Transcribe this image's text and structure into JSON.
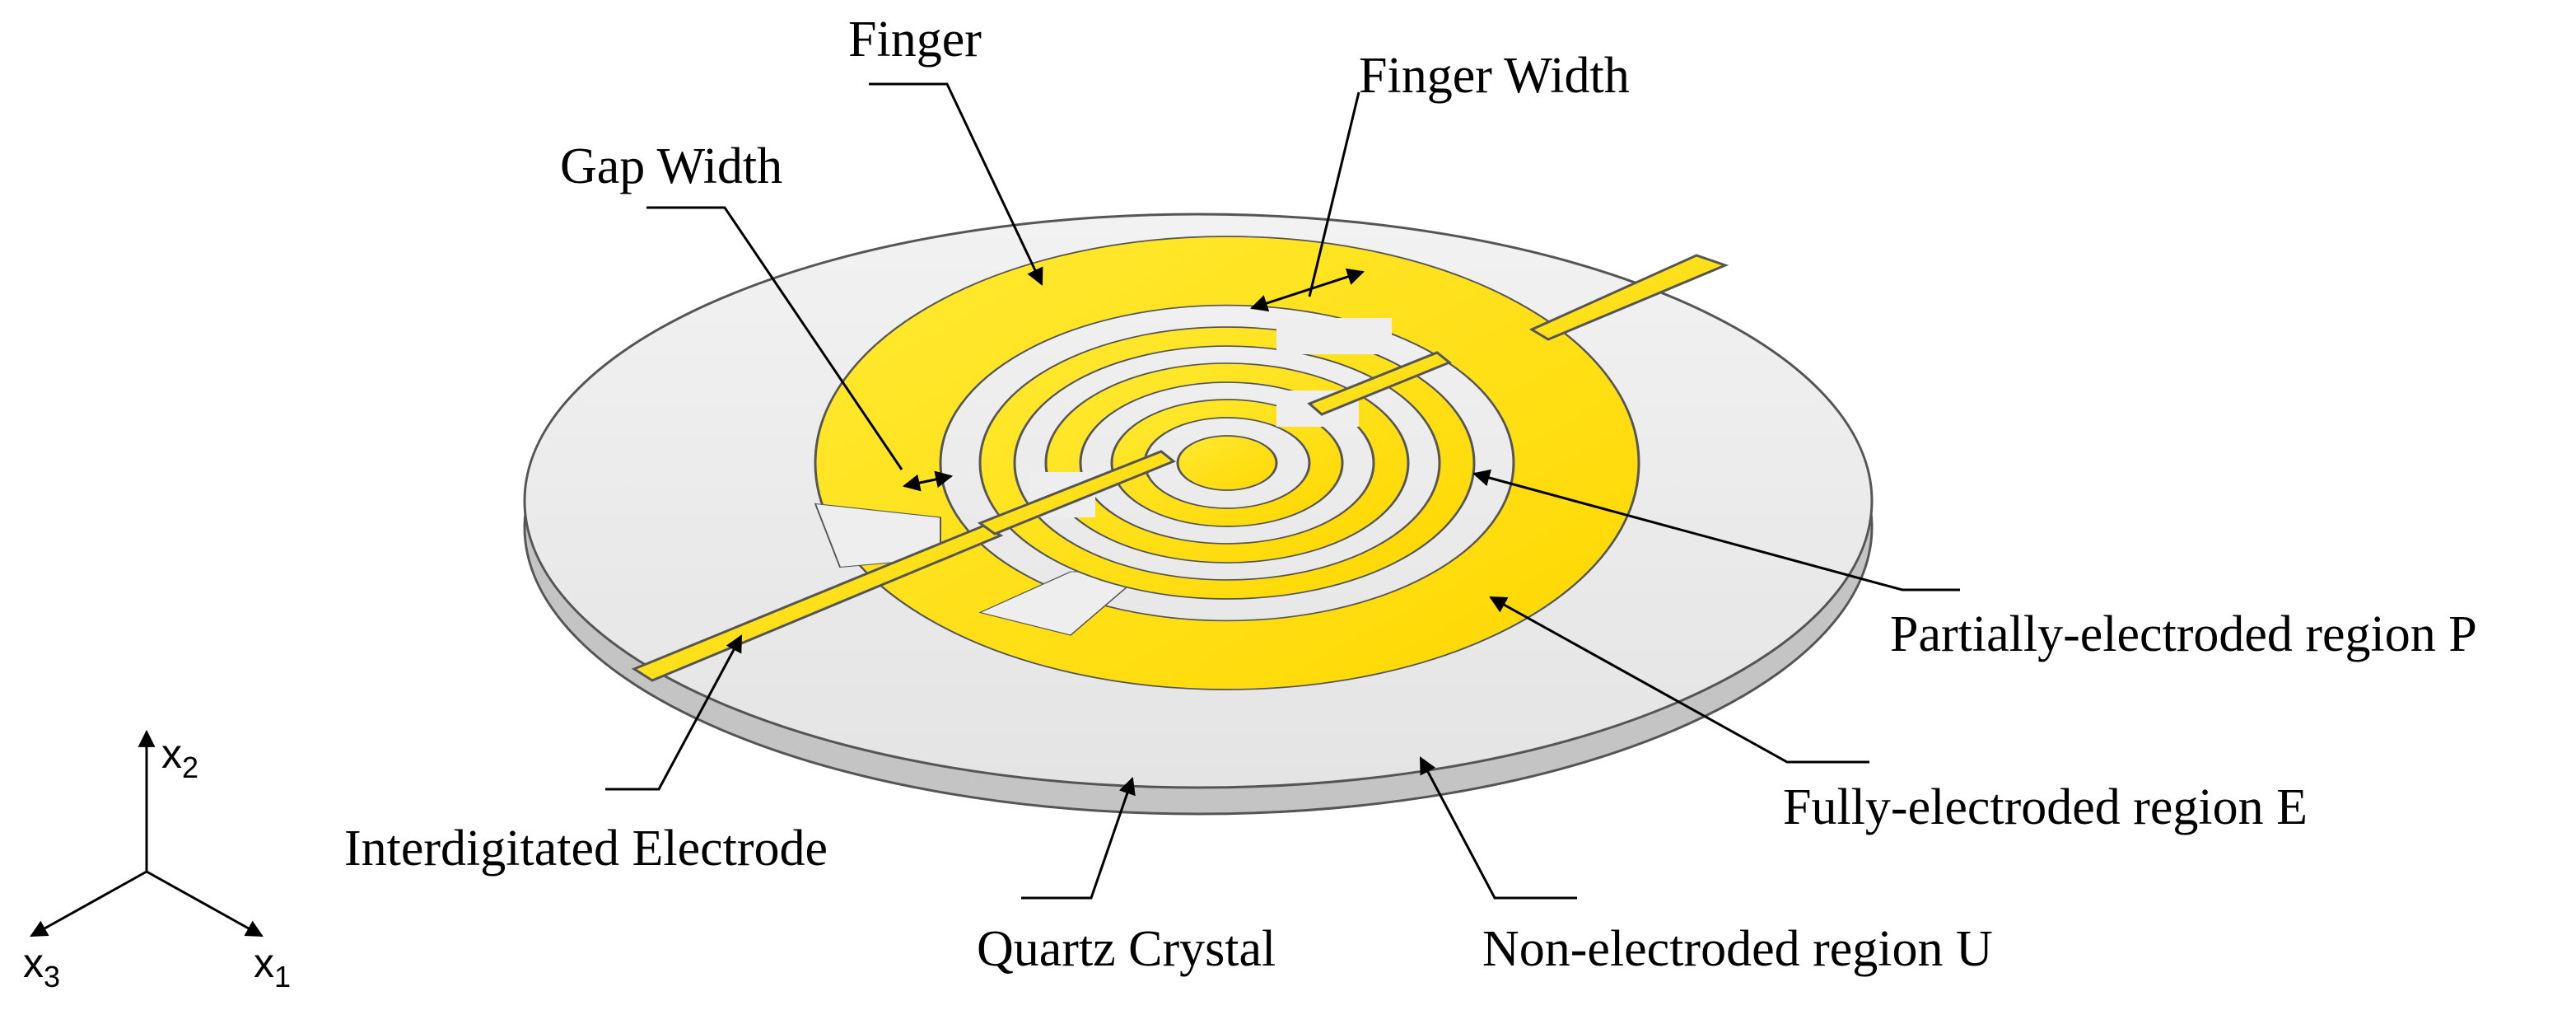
{
  "labels": {
    "finger": "Finger",
    "finger_width": "Finger Width",
    "gap_width": "Gap Width",
    "partially_electroded": "Partially-electroded region P",
    "fully_electroded": "Fully-electroded region E",
    "interdigitated_electrode": "Interdigitated Electrode",
    "quartz_crystal": "Quartz Crystal",
    "non_electroded": "Non-electroded region U"
  },
  "axes": {
    "x1_base": "x",
    "x1_sub": "1",
    "x2_base": "x",
    "x2_sub": "2",
    "x3_base": "x",
    "x3_sub": "3"
  },
  "colors": {
    "electrode": "#ffd700",
    "electrode_highlight": "#ffea33",
    "disk_top": "#eeeeee",
    "disk_side": "#c8c8c8",
    "outline": "#555555"
  }
}
